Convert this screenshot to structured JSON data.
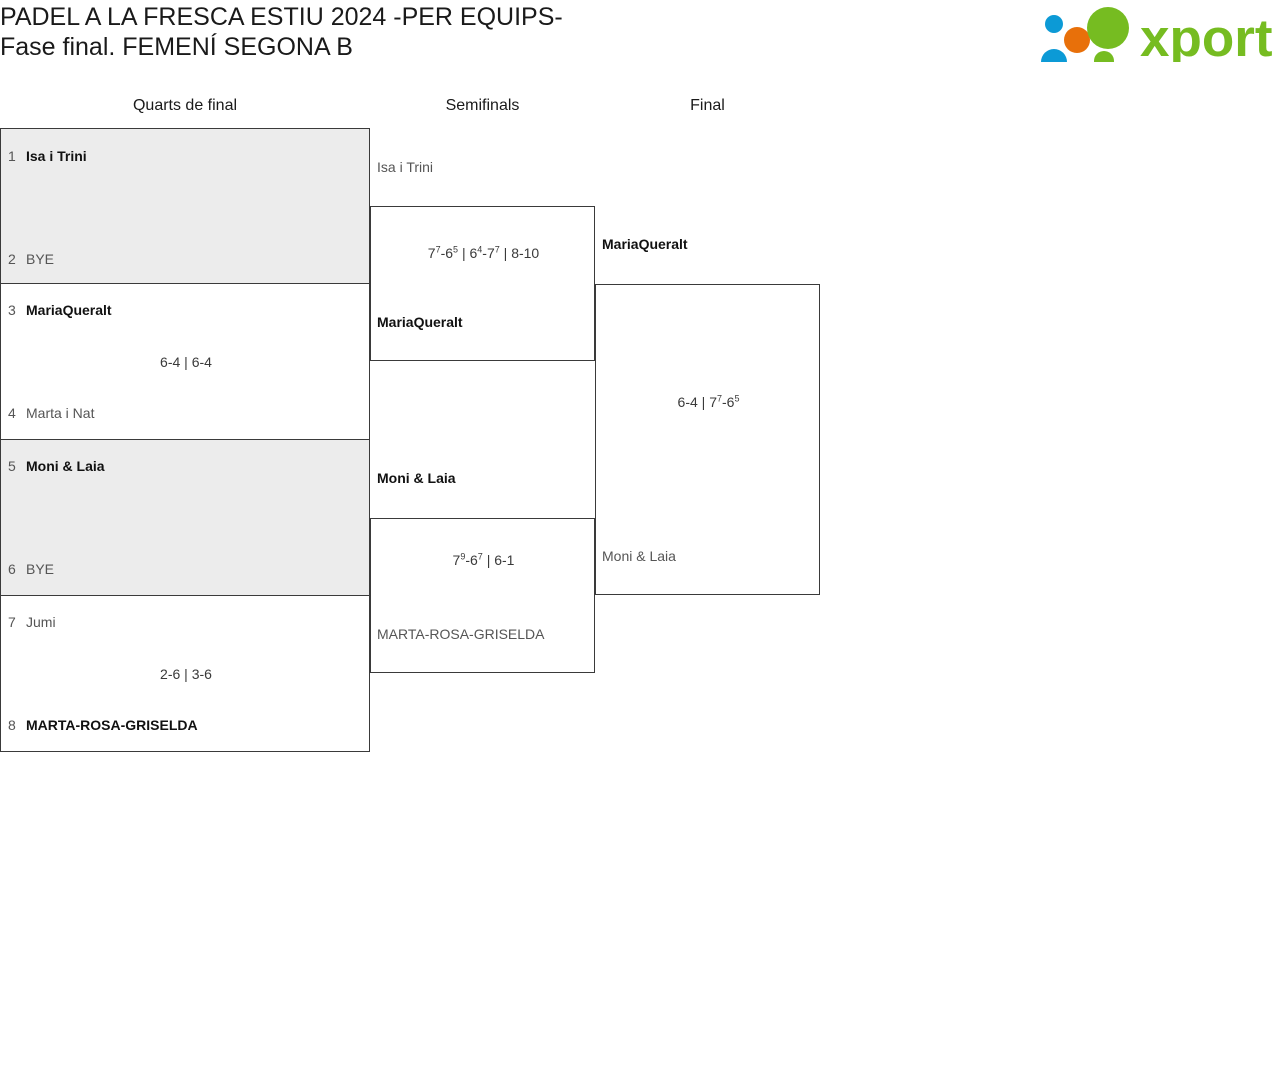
{
  "header": {
    "title_line1": "PADEL A LA FRESCA ESTIU 2024 -PER EQUIPS-",
    "title_line2": "Fase final. FEMENÍ SEGONA B",
    "logo_text": "xporty",
    "logo_colors": {
      "green": "#76bc21",
      "orange": "#e8700a",
      "blue": "#0c9ad6"
    }
  },
  "rounds": [
    {
      "label": "Quarts de final"
    },
    {
      "label": "Semifinals"
    },
    {
      "label": "Final"
    }
  ],
  "quarterfinals": [
    {
      "shaded": true,
      "top": {
        "seed": "1",
        "name": "Isa i Trini",
        "result": "win"
      },
      "bottom": {
        "seed": "2",
        "name": "BYE",
        "result": "lose"
      },
      "score": ""
    },
    {
      "shaded": false,
      "top": {
        "seed": "3",
        "name": "MariaQueralt",
        "result": "win"
      },
      "bottom": {
        "seed": "4",
        "name": "Marta i Nat",
        "result": "lose"
      },
      "score": "6-4 | 6-4"
    },
    {
      "shaded": true,
      "top": {
        "seed": "5",
        "name": "Moni & Laia",
        "result": "win"
      },
      "bottom": {
        "seed": "6",
        "name": "BYE",
        "result": "lose"
      },
      "score": ""
    },
    {
      "shaded": false,
      "top": {
        "seed": "7",
        "name": "Jumi",
        "result": "lose"
      },
      "bottom": {
        "seed": "8",
        "name": "MARTA-ROSA-GRISELDA",
        "result": "win"
      },
      "score": "2-6 | 3-6"
    }
  ],
  "semifinals": [
    {
      "top": {
        "name": "Isa i Trini",
        "result": "lose"
      },
      "bottom": {
        "name": "MariaQueralt",
        "result": "win"
      },
      "score_parts": [
        {
          "main": "7",
          "sup": "7"
        },
        {
          "main": "-6",
          "sup": "5"
        },
        {
          "main": " | 6",
          "sup": "4"
        },
        {
          "main": "-7",
          "sup": "7"
        },
        {
          "main": " | 8-10",
          "sup": ""
        }
      ],
      "score_plain": "7(7)-6(5) | 6(4)-7(7) | 8-10"
    },
    {
      "top": {
        "name": "Moni & Laia",
        "result": "win"
      },
      "bottom": {
        "name": "MARTA-ROSA-GRISELDA",
        "result": "lose"
      },
      "score_parts": [
        {
          "main": "7",
          "sup": "9"
        },
        {
          "main": "-6",
          "sup": "7"
        },
        {
          "main": " | 6-1",
          "sup": ""
        }
      ],
      "score_plain": "7(9)-6(7) | 6-1"
    }
  ],
  "final": {
    "top": {
      "name": "MariaQueralt",
      "result": "win"
    },
    "bottom": {
      "name": "Moni & Laia",
      "result": "lose"
    },
    "score_parts": [
      {
        "main": "6-4 | 7",
        "sup": "7"
      },
      {
        "main": "-6",
        "sup": "5"
      }
    ],
    "score_plain": "6-4 | 7(7)-6(5)"
  }
}
